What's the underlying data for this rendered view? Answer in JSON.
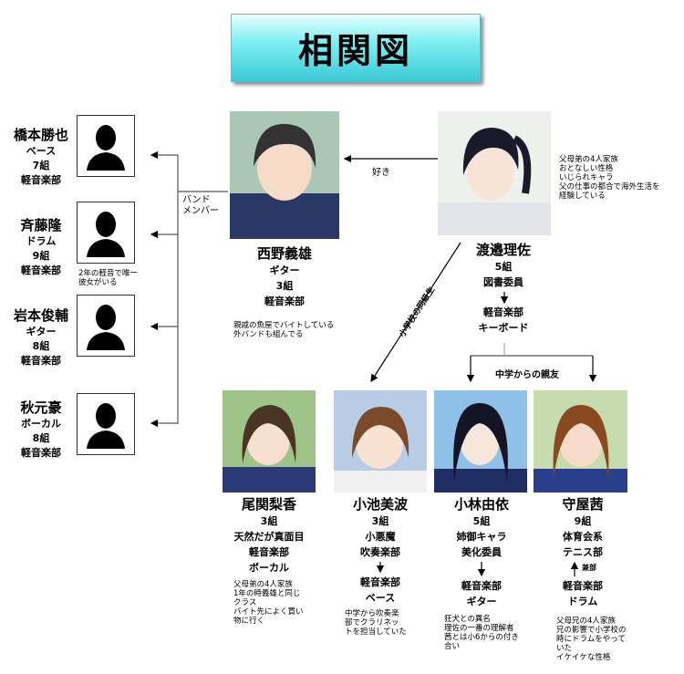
{
  "title": "相関図",
  "band_label": "バンド\nメンバー",
  "band_members": [
    {
      "name": "橋本勝也",
      "role": "ベース",
      "class": "7組",
      "club": "軽音楽部"
    },
    {
      "name": "斉藤隆",
      "role": "ドラム",
      "class": "9組",
      "club": "軽音楽部",
      "note": "2年の軽音で唯一\n彼女がいる"
    },
    {
      "name": "岩本俊輔",
      "role": "ギター",
      "class": "8組",
      "club": "軽音楽部"
    },
    {
      "name": "秋元豪",
      "role": "ボーカル",
      "class": "8組",
      "club": "軽音楽部"
    }
  ],
  "nishino": {
    "name": "西野義雄",
    "role": "ギター",
    "class": "3組",
    "club": "軽音楽部",
    "note": "親戚の魚屋でバイトしている\n外バンドも組んでる"
  },
  "watanabe": {
    "name": "渡邉理佐",
    "class": "5組",
    "committee": "図書委員",
    "club": "軽音楽部",
    "role": "キーボード",
    "note": "父母弟の4人家族\nおとなしい性格\nいじられキャラ\n父の仕事の都合で海外生活を\n経験している"
  },
  "relations": {
    "like": "好き",
    "elementary": "小学校の同級生",
    "middle_friends": "中学からの親友"
  },
  "girls": [
    {
      "name": "尾関梨香",
      "lines": [
        "3組",
        "天然だが真面目",
        "軽音楽部",
        "ボーカル"
      ],
      "note": "父母弟の4人家族\n1年の時義雄と同じ\nクラス\nバイト先によく買い\n物に行く"
    },
    {
      "name": "小池美波",
      "lines": [
        "3組",
        "小悪魔",
        "吹奏楽部"
      ],
      "after": [
        "軽音楽部",
        "ベース"
      ],
      "note": "中学から吹奏楽\n部でクラリネッ\nトを担当していた"
    },
    {
      "name": "小林由依",
      "lines": [
        "5組",
        "姉御キャラ",
        "美化委員"
      ],
      "after": [
        "軽音楽部",
        "ギター"
      ],
      "note": "狂犬との異名\n理佐の一番の理解者\n茜とは小6からの付き\n合い"
    },
    {
      "name": "守屋茜",
      "lines": [
        "9組",
        "体育会系",
        "テニス部"
      ],
      "arrow_label": "兼部",
      "after": [
        "軽音楽部",
        "ドラム"
      ],
      "note": "父母兄の4人家族\n兄の影響で小学校の\n時にドラムをやって\nいた\nイケイケな性格"
    }
  ],
  "colors": {
    "banner": "#7ff0f4",
    "line": "#555555"
  }
}
